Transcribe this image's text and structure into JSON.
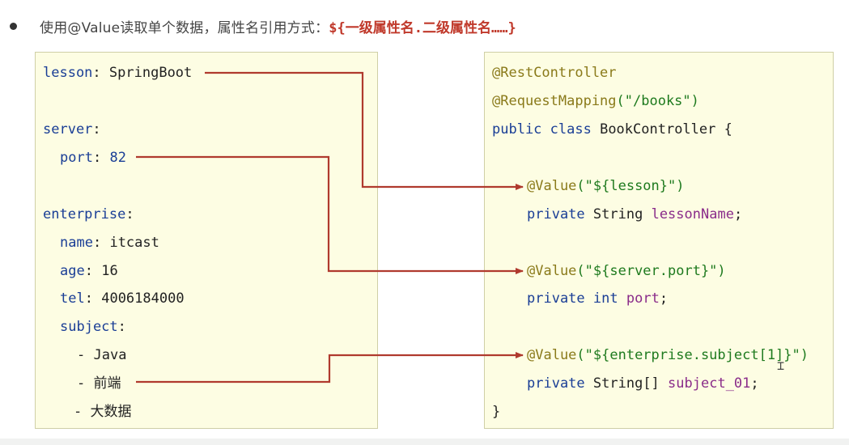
{
  "heading": {
    "text": "使用@Value读取单个数据，属性名引用方式：",
    "code": "${一级属性名.二级属性名……}"
  },
  "yaml": {
    "lesson_key": "lesson",
    "lesson_value": "SpringBoot",
    "server_key": "server",
    "port_key": "port",
    "port_value": "82",
    "enterprise_key": "enterprise",
    "name_key": "name",
    "name_value": "itcast",
    "age_key": "age",
    "age_value": "16",
    "tel_key": "tel",
    "tel_value": "4006184000",
    "subject_key": "subject",
    "subject_items": [
      "Java",
      "前端",
      "大数据"
    ],
    "colon": ":",
    "dash": "-"
  },
  "java": {
    "annotation_rest": "@RestController",
    "annotation_mapping": "@RequestMapping",
    "mapping_path": "(\"/books\")",
    "class_decl_kw": "public class",
    "class_name": "BookController {",
    "value_annotation": "@Value",
    "value_lesson_arg": "(\"${lesson}\")",
    "value_port_arg": "(\"${server.port}\")",
    "value_subject_arg": "(\"${enterprise.subject[1]}\")",
    "private_kw": "private",
    "type_string": "String",
    "type_int": "int",
    "type_string_array": "String[]",
    "field_lesson": "lessonName",
    "field_port": "port",
    "field_subject": "subject_01",
    "semicolon": ";",
    "closing_brace": "}"
  },
  "colors": {
    "arrow": "#b03a2e",
    "panel_bg": "#fdfde3",
    "annotation": "#8a7a1a",
    "string": "#1e7a1e",
    "keyword": "#1a3e96",
    "field": "#8a2c8a"
  }
}
